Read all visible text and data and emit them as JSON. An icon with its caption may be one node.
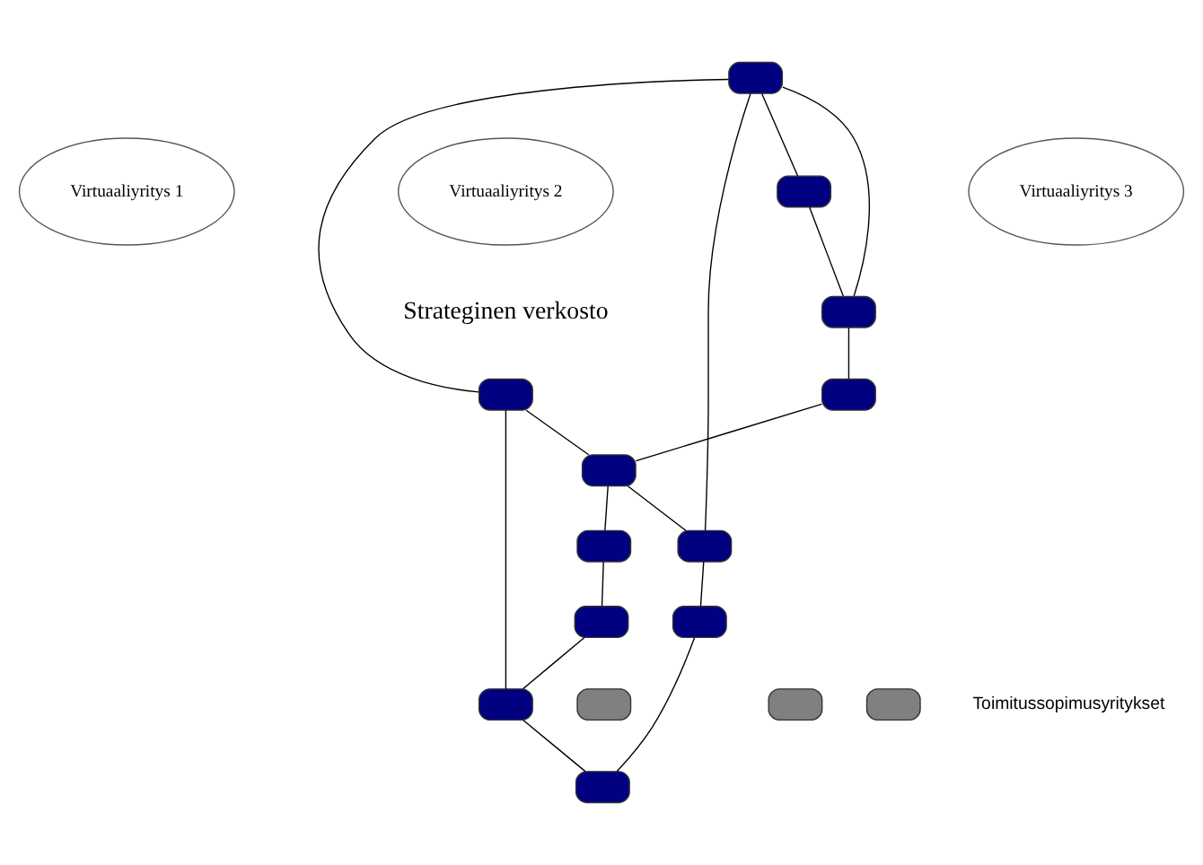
{
  "diagram": {
    "nodes": [
      {
        "text": [
          "Virtuaaliyritys 1"
        ]
      },
      {
        "text": [
          "Virtuaaliyritys 2"
        ]
      },
      {
        "text": [
          "Virtuaaliyritys 3"
        ]
      },
      {
        "text": [],
        "shape": "box"
      },
      {
        "text": [],
        "shape": "box"
      },
      {
        "text": [],
        "shape": "box"
      },
      {
        "text": [],
        "shape": "box"
      },
      {
        "text": [],
        "shape": "box"
      },
      {
        "text": [],
        "shape": "box"
      },
      {
        "text": [],
        "shape": "box"
      },
      {
        "text": [],
        "shape": "box"
      },
      {
        "text": [],
        "shape": "box"
      },
      {
        "text": [],
        "shape": "box"
      },
      {
        "text": [],
        "shape": "box"
      },
      {
        "text": [],
        "shape": "box"
      },
      {
        "text": [],
        "shape": "box"
      },
      {
        "text": [],
        "shape": "box"
      },
      {
        "text": [],
        "shape": "box"
      }
    ],
    "edges": [
      {
        "from": 4,
        "to": 5,
        "arrow": "none"
      },
      {
        "from": 4,
        "to": 3,
        "arrow": "none"
      },
      {
        "from": 4,
        "to": 7,
        "arrow": "none"
      },
      {
        "from": 4,
        "to": 13,
        "arrow": "none"
      },
      {
        "from": 5,
        "to": 7,
        "arrow": "none"
      },
      {
        "from": 7,
        "to": 12,
        "arrow": "none"
      },
      {
        "from": 12,
        "to": 8,
        "arrow": "none"
      },
      {
        "from": 3,
        "to": 8,
        "arrow": "none"
      },
      {
        "from": 3,
        "to": 6,
        "arrow": "none"
      },
      {
        "from": 8,
        "to": 13,
        "arrow": "none"
      },
      {
        "from": 8,
        "to": 9,
        "arrow": "none"
      },
      {
        "from": 9,
        "to": 10,
        "arrow": "none"
      },
      {
        "from": 10,
        "to": 6,
        "arrow": "none"
      },
      {
        "from": 6,
        "to": 11,
        "arrow": "none"
      },
      {
        "from": 13,
        "to": 14,
        "arrow": "none"
      },
      {
        "from": 14,
        "to": 11,
        "arrow": "none"
      }
    ],
    "labels": [
      "Strateginen verkosto",
      "Toimitussopimusyritykset"
    ]
  }
}
